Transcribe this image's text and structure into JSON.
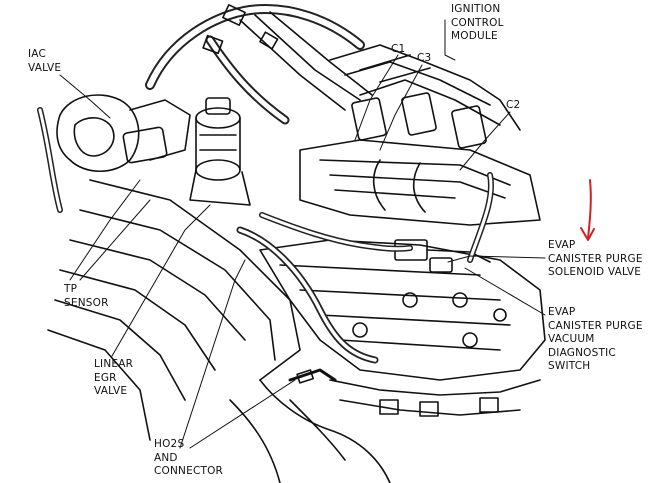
{
  "labels": {
    "iac_valve": "IAC\nVALVE",
    "ignition_control_module": "IGNITION\nCONTROL\nMODULE",
    "c1": "C1",
    "c2": "C2",
    "c3": "C3",
    "tp_sensor": "TP\nSENSOR",
    "linear_egr_valve": "LINEAR\nEGR\nVALVE",
    "ho2s_connector": "HO2S\nAND\nCONNECTOR",
    "evap_purge_solenoid": "EVAP\nCANISTER PURGE\nSOLENOID VALVE",
    "evap_vacuum_switch": "EVAP\nCANISTER PURGE\nVACUUM\nDIAGNOSTIC\nSWITCH"
  },
  "colors": {
    "ink": "#111111",
    "annotation_arrow": "#d42020"
  }
}
